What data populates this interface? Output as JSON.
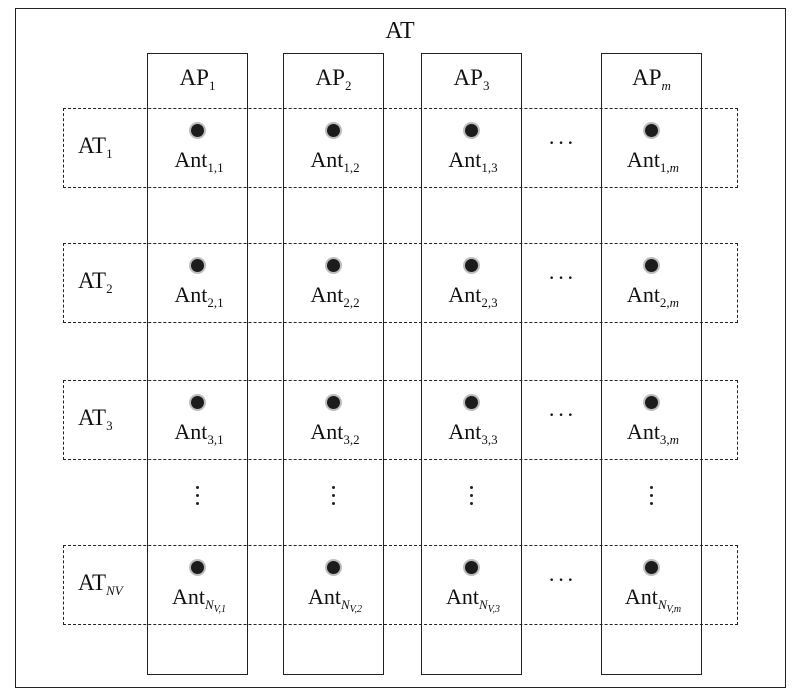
{
  "title": "AT",
  "columns": [
    {
      "base": "AP",
      "sub": "1"
    },
    {
      "base": "AP",
      "sub": "2"
    },
    {
      "base": "AP",
      "sub": "3"
    },
    {
      "base": "AP",
      "sub": "m"
    }
  ],
  "rows": [
    {
      "label_base": "AT",
      "label_sub": "1",
      "ant_sub_prefix": "1,"
    },
    {
      "label_base": "AT",
      "label_sub": "2",
      "ant_sub_prefix": "2,"
    },
    {
      "label_base": "AT",
      "label_sub": "3",
      "ant_sub_prefix": "3,"
    },
    {
      "label_base": "AT",
      "label_sub": "NV",
      "ant_sub_prefix": "N"
    }
  ],
  "antenna_base": "Ant",
  "last_row_sub": {
    "N": "N",
    "V": "V",
    "suffixes": [
      ",1",
      ",2",
      ",3",
      ",m"
    ]
  },
  "col_ant_suffixes": [
    "1",
    "2",
    "3",
    "m"
  ],
  "ellipsis_h": "···",
  "colors": {
    "line": "#222222",
    "dot": "#1c1c1c",
    "dot_ring": "#bdbdbd"
  }
}
